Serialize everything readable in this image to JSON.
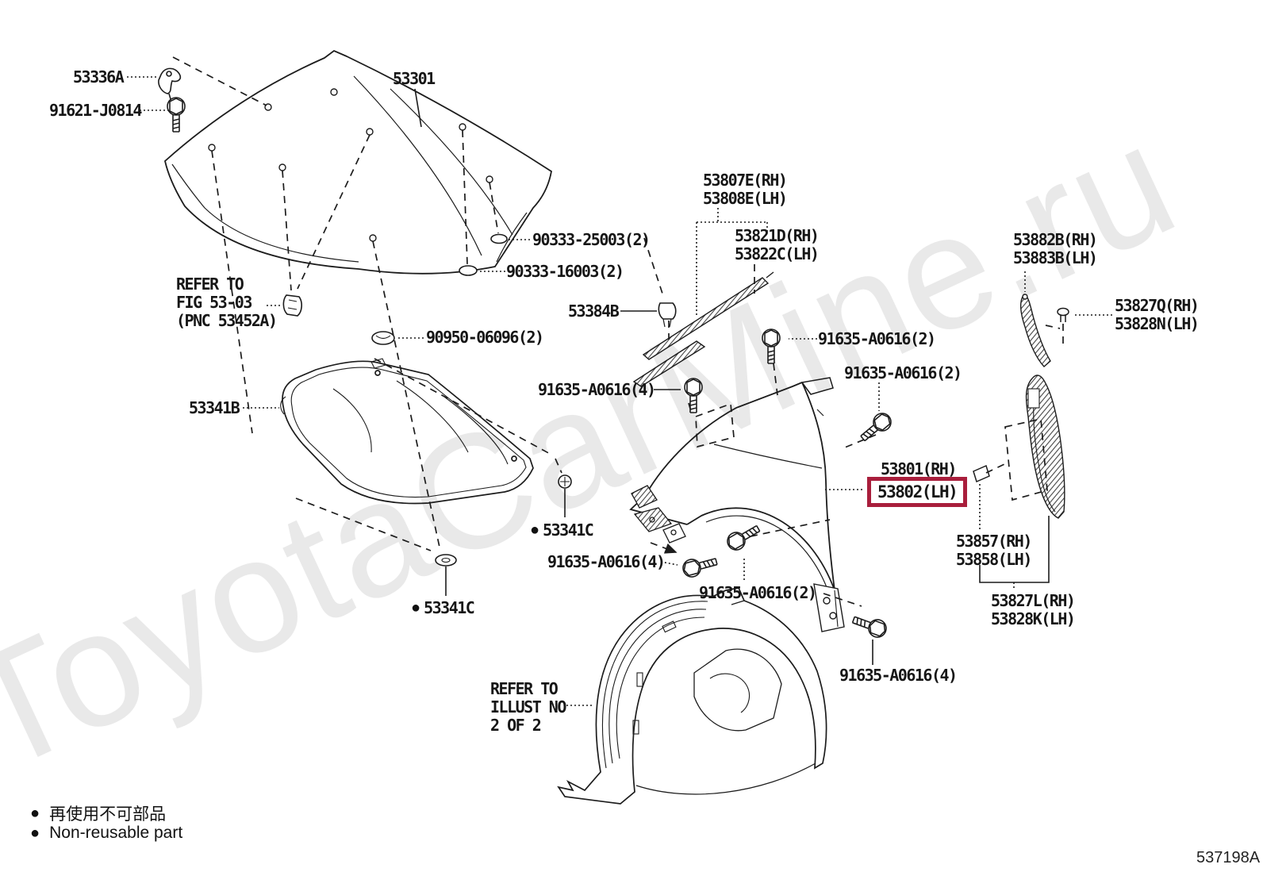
{
  "watermark": "ToyotaCarMine.ru",
  "diagram_code": "537198A",
  "highlight_color": "#a91e3c",
  "legend": {
    "marker": "●",
    "jp": "再使用不可部品",
    "en": "Non-reusable part"
  },
  "labels": [
    {
      "id": "53336A",
      "text": "53336A"
    },
    {
      "id": "91621-J0814",
      "text": "91621-J0814"
    },
    {
      "id": "53301",
      "text": "53301"
    },
    {
      "id": "53807E-53808E",
      "text": "53807E(RH)\n53808E(LH)"
    },
    {
      "id": "53821D-53822C",
      "text": "53821D(RH)\n53822C(LH)"
    },
    {
      "id": "53882B-53883B",
      "text": "53882B(RH)\n53883B(LH)"
    },
    {
      "id": "53827Q-53828N",
      "text": "53827Q(RH)\n53828N(LH)"
    },
    {
      "id": "90333-25003",
      "text": "90333-25003(2)"
    },
    {
      "id": "90333-16003",
      "text": "90333-16003(2)"
    },
    {
      "id": "refer-fig",
      "text": "REFER TO\nFIG 53-03\n(PNC 53452A)"
    },
    {
      "id": "90950-06096",
      "text": "90950-06096(2)"
    },
    {
      "id": "53384B",
      "text": "53384B"
    },
    {
      "id": "91635-A0616-2-a",
      "text": "91635-A0616(2)"
    },
    {
      "id": "91635-A0616-2-b",
      "text": "91635-A0616(2)"
    },
    {
      "id": "53341B",
      "text": "53341B"
    },
    {
      "id": "91635-A0616-4-a",
      "text": "91635-A0616(4)"
    },
    {
      "id": "53801",
      "text": "53801(RH)"
    },
    {
      "id": "53802",
      "text": "53802(LH)"
    },
    {
      "id": "53857-53858",
      "text": "53857(RH)\n53858(LH)"
    },
    {
      "id": "53827L-53828K",
      "text": "53827L(RH)\n53828K(LH)"
    },
    {
      "id": "53341C-a",
      "text": "53341C"
    },
    {
      "id": "91635-A0616-4-b",
      "text": "91635-A0616(4)"
    },
    {
      "id": "53341C-b",
      "text": "53341C"
    },
    {
      "id": "91635-A0616-2-c",
      "text": "91635-A0616(2)"
    },
    {
      "id": "91635-A0616-4-c",
      "text": "91635-A0616(4)"
    },
    {
      "id": "refer-illust",
      "text": "REFER TO\nILLUST NO\n2 OF 2"
    }
  ]
}
